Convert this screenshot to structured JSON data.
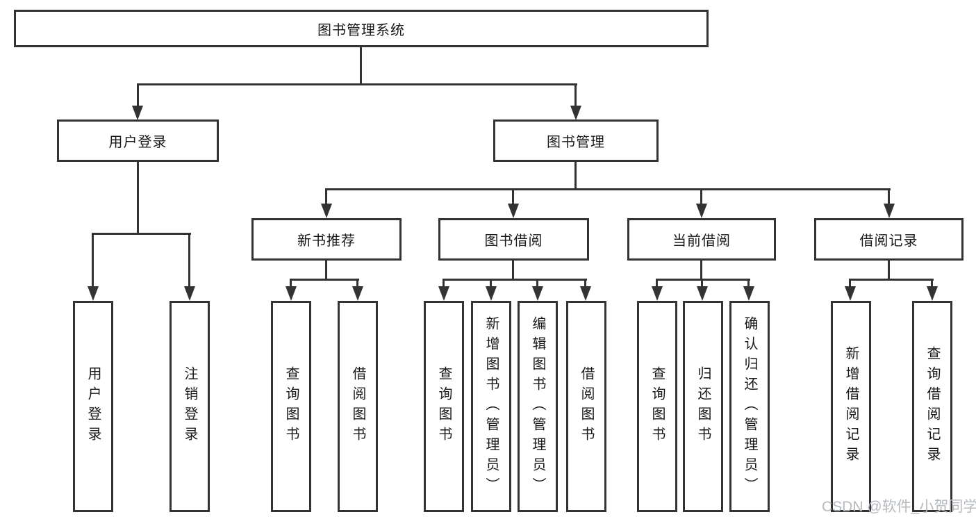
{
  "nodes": {
    "root": "图书管理系统",
    "l2": [
      {
        "label": "用户登录"
      },
      {
        "label": "图书管理"
      }
    ],
    "l3": [
      {
        "label": "新书推荐"
      },
      {
        "label": "图书借阅"
      },
      {
        "label": "当前借阅"
      },
      {
        "label": "借阅记录"
      }
    ],
    "l4": [
      {
        "label": "用户登录"
      },
      {
        "label": "注销登录"
      },
      {
        "label": "查询图书"
      },
      {
        "label": "借阅图书"
      },
      {
        "label": "查询图书"
      },
      {
        "label": "新增图书（管理员）"
      },
      {
        "label": "编辑图书（管理员）"
      },
      {
        "label": "借阅图书"
      },
      {
        "label": "查询图书"
      },
      {
        "label": "归还图书"
      },
      {
        "label": "确认归还（管理员）"
      },
      {
        "label": "新增借阅记录"
      },
      {
        "label": "查询借阅记录"
      }
    ]
  },
  "watermark": {
    "text": "CSDN @软件_小贺同学"
  },
  "colors": {
    "line": "#333333",
    "text": "#1a1a1a",
    "watermark": "#b6babe",
    "background": "#ffffff"
  }
}
